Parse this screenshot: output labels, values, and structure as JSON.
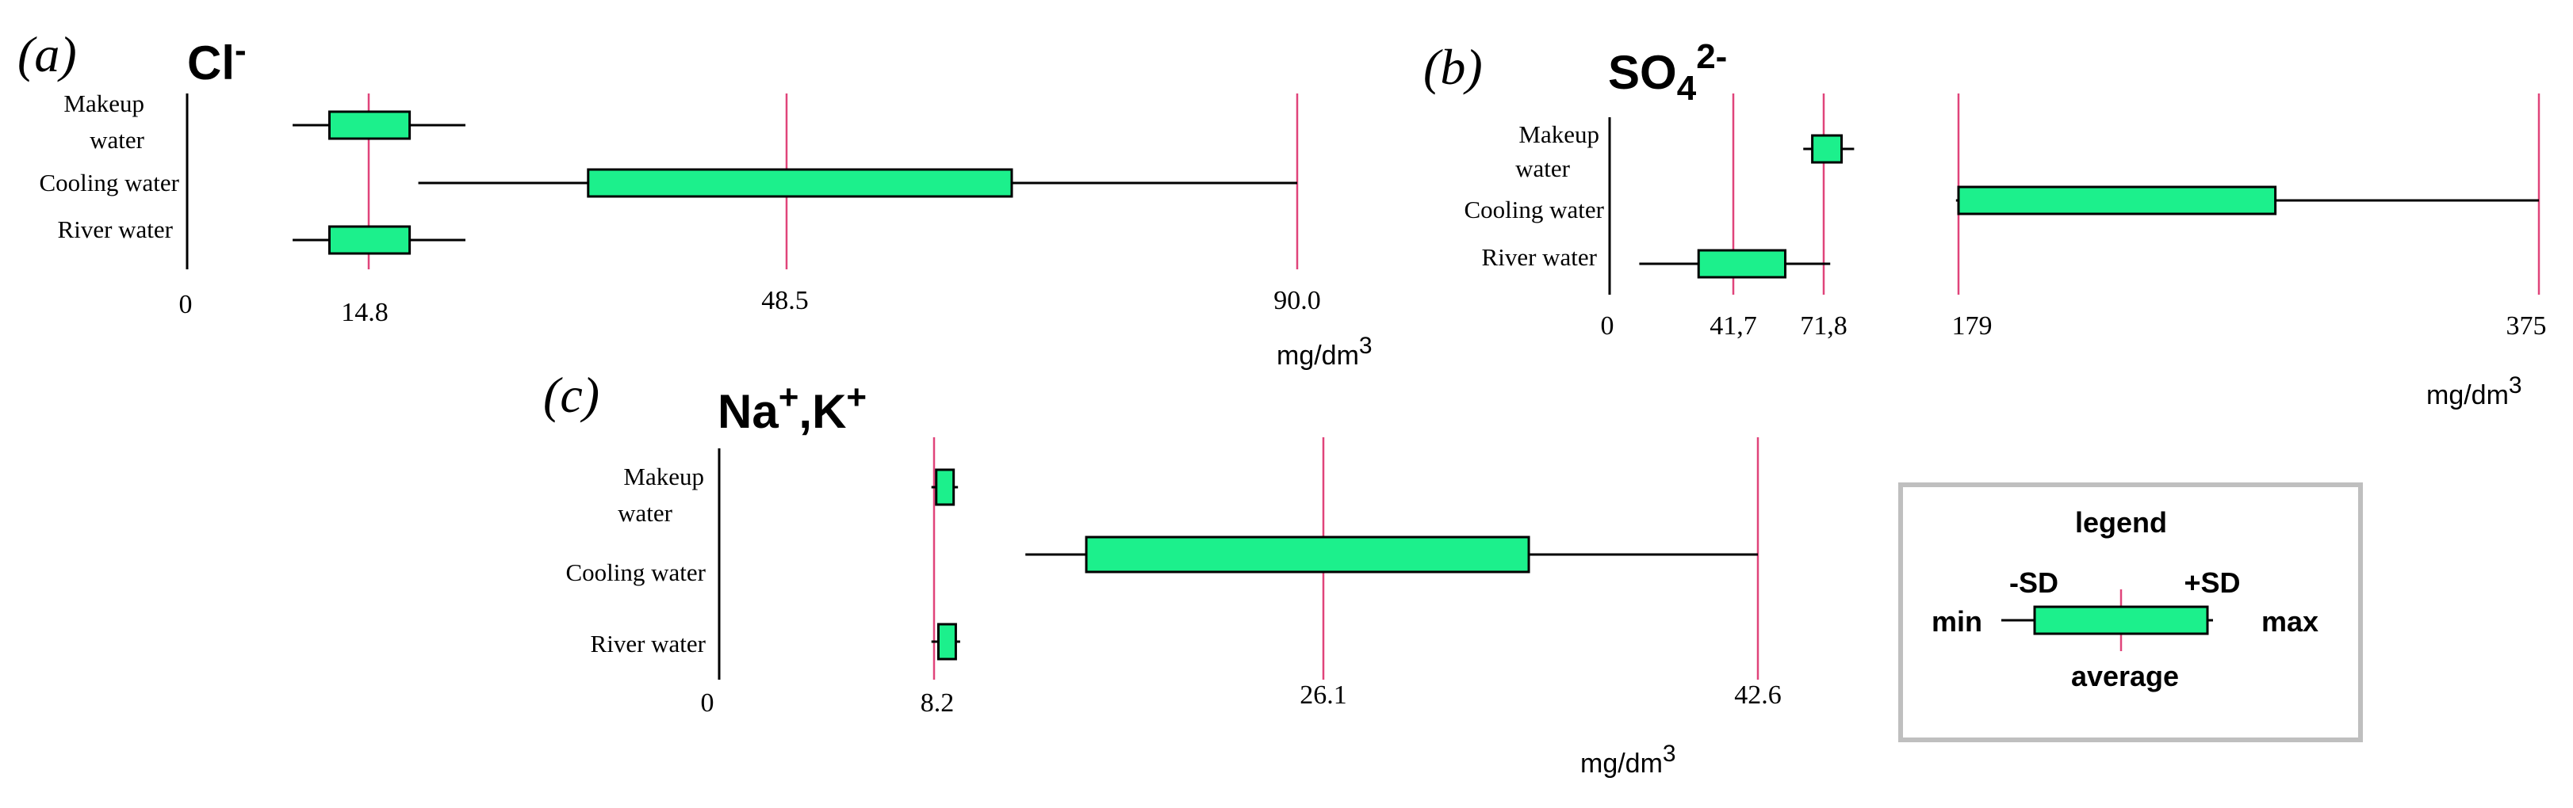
{
  "colors": {
    "box_fill": "#1cf08c",
    "ref_line": "#e0447a",
    "axis": "#000000",
    "legend_border": "#bfbfbf"
  },
  "chart_data": [
    {
      "type": "boxplot",
      "panel_label": "(a)",
      "title": "Cl",
      "title_charge": "-",
      "unit_base": "mg/dm",
      "unit_exp": "3",
      "categories": [
        "Makeup water",
        "Cooling water",
        "River water"
      ],
      "tick_labels": [
        "0",
        "14.8",
        "48.5",
        "90.0"
      ],
      "reference_lines": [
        14.8,
        48.5,
        90.0
      ],
      "series": [
        {
          "name": "Makeup water",
          "min": 8.6,
          "sd_minus": 11.6,
          "sd_plus": 18.1,
          "max": 22.6
        },
        {
          "name": "Cooling water",
          "min": 18.8,
          "sd_minus": 32.5,
          "sd_plus": 66.8,
          "max": 90.0
        },
        {
          "name": "River water",
          "min": 8.6,
          "sd_minus": 11.6,
          "sd_plus": 18.1,
          "max": 22.6
        }
      ]
    },
    {
      "type": "boxplot",
      "panel_label": "(b)",
      "title": "SO",
      "title_sub": "4",
      "title_charge": "2-",
      "unit_base": "mg/dm",
      "unit_exp": "3",
      "categories": [
        "Makeup water",
        "Cooling water",
        "River water"
      ],
      "tick_labels": [
        "0",
        "41,7",
        "71,8",
        "179",
        "375"
      ],
      "reference_lines": [
        41.7,
        71.8,
        179,
        375
      ],
      "series": [
        {
          "name": "Makeup water",
          "min": 65,
          "sd_minus": 68,
          "sd_plus": 86,
          "max": 96
        },
        {
          "name": "Cooling water",
          "min": 177,
          "sd_minus": 179,
          "sd_plus": 286,
          "max": 375
        },
        {
          "name": "River water",
          "min": 10,
          "sd_minus": 30,
          "sd_plus": 59,
          "max": 77
        }
      ]
    },
    {
      "type": "boxplot",
      "panel_label": "(c)",
      "title": "Na",
      "title_charge": "+",
      "title_part2": ",K",
      "title_charge2": "+",
      "unit_base": "mg/dm",
      "unit_exp": "3",
      "categories": [
        "Makeup water",
        "Cooling water",
        "River water"
      ],
      "tick_labels": [
        "0",
        "8.2",
        "26.1",
        "42.6"
      ],
      "reference_lines": [
        8.2,
        26.1,
        42.6
      ],
      "series": [
        {
          "name": "Makeup water",
          "min": 8.1,
          "sd_minus": 8.3,
          "sd_plus": 9.1,
          "max": 9.3
        },
        {
          "name": "Cooling water",
          "min": 12.4,
          "sd_minus": 15.2,
          "sd_plus": 33.9,
          "max": 42.6
        },
        {
          "name": "River water",
          "min": 8.1,
          "sd_minus": 8.4,
          "sd_plus": 9.2,
          "max": 9.4
        }
      ]
    }
  ],
  "legend": {
    "title": "legend",
    "sd_minus": "-SD",
    "sd_plus": "+SD",
    "min": "min",
    "max": "max",
    "average": "average"
  }
}
